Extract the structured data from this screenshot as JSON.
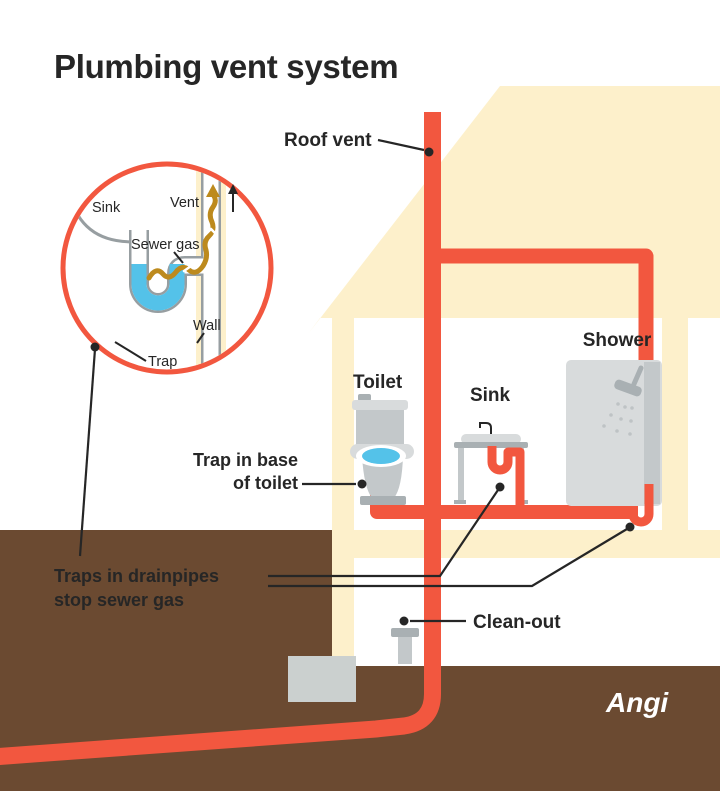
{
  "title": "Plumbing vent system",
  "brand": "Angi",
  "colors": {
    "red": "#f2573f",
    "cream": "#fdf0cb",
    "brown": "#6b4a31",
    "blue": "#54c2e9",
    "gold": "#bd8a1d",
    "ink": "#262626",
    "gray": "#c3c8ca",
    "graydark": "#a9b0b3",
    "graylight": "#d8dbdc",
    "outline": "#979ea1",
    "footing": "#cbd0cf"
  },
  "callouts": {
    "roof_vent": "Roof vent",
    "toilet": "Toilet",
    "sink": "Sink",
    "shower": "Shower",
    "trap_in_base_line1": "Trap in base",
    "trap_in_base_line2": "of toilet",
    "traps_drainpipes_line1": "Traps in drainpipes",
    "traps_drainpipes_line2": "stop sewer gas",
    "clean_out": "Clean-out"
  },
  "inset": {
    "sink": "Sink",
    "vent": "Vent",
    "sewer_gas": "Sewer gas",
    "trap": "Trap",
    "wall": "Wall"
  }
}
